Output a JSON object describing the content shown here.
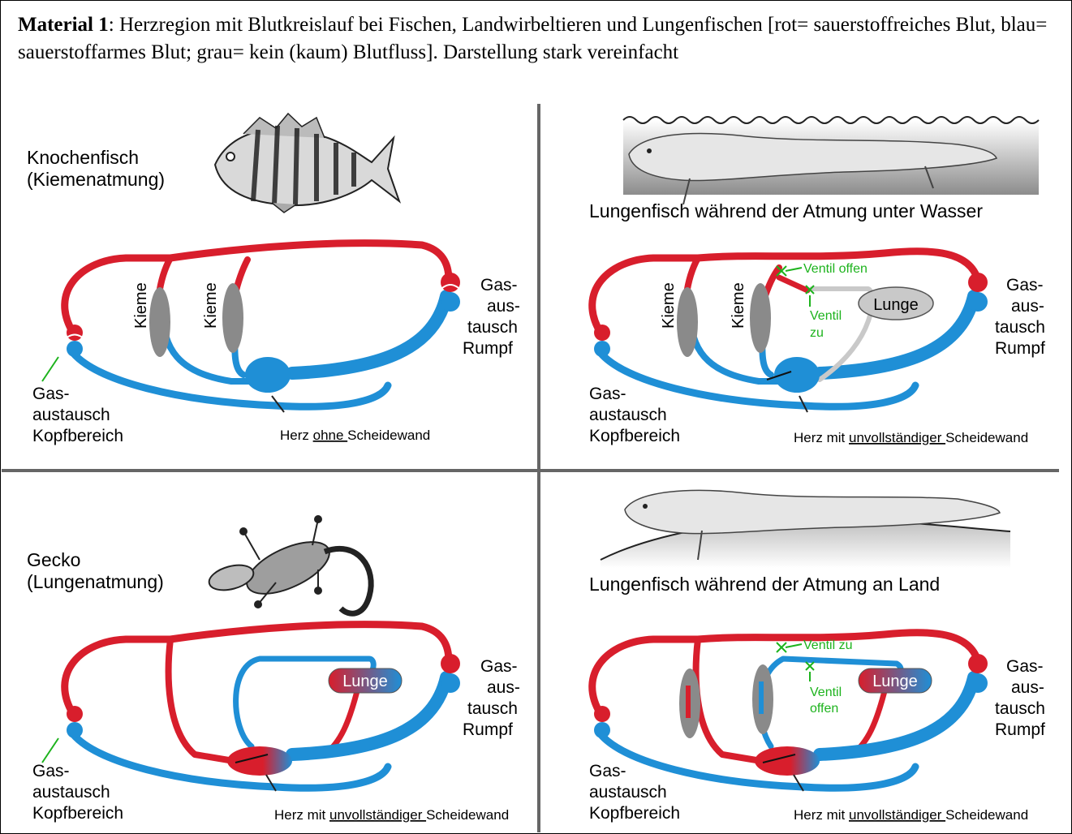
{
  "caption": {
    "bold": "Material 1",
    "text": ": Herzregion mit Blutkreislauf bei Fischen, Landwirbeltieren und Lungenfischen [rot= sauerstoffreiches Blut, blau= sauerstoffarmes Blut; grau= kein (kaum) Blutfluss]. Darstellung stark vereinfacht"
  },
  "colors": {
    "oxygen_rich": "#d81e2c",
    "oxygen_poor": "#1f8fd6",
    "no_flow": "#8a8a8a",
    "valve": "#1db31d",
    "divider": "#666666"
  },
  "panels": {
    "fish": {
      "title_1": "Knochenfisch",
      "title_2": "(Kiemenatmung)",
      "gill_1": "Kieme",
      "gill_2": "Kieme",
      "trunk_1": "Gas-",
      "trunk_2": "aus-",
      "trunk_3": "tausch",
      "trunk_4": "Rumpf",
      "head_1": "Gas-",
      "head_2": "austausch",
      "head_3": "Kopfbereich",
      "heart_pre": "Herz ",
      "heart_u": "ohne ",
      "heart_post": "Scheidewand"
    },
    "lungfish_water": {
      "title": "Lungenfisch während der Atmung unter Wasser",
      "gill_1": "Kieme",
      "gill_2": "Kieme",
      "valve_open": "Ventil offen",
      "valve_closed_1": "Ventil",
      "valve_closed_2": "zu",
      "lung": "Lunge",
      "trunk_1": "Gas-",
      "trunk_2": "aus-",
      "trunk_3": "tausch",
      "trunk_4": "Rumpf",
      "head_1": "Gas-",
      "head_2": "austausch",
      "head_3": "Kopfbereich",
      "heart_pre": "Herz mit ",
      "heart_u": "unvollständiger ",
      "heart_post": "Scheidewand"
    },
    "gecko": {
      "title_1": "Gecko",
      "title_2": "(Lungenatmung)",
      "lung": "Lunge",
      "trunk_1": "Gas-",
      "trunk_2": "aus-",
      "trunk_3": "tausch",
      "trunk_4": "Rumpf",
      "head_1": "Gas-",
      "head_2": "austausch",
      "head_3": "Kopfbereich",
      "heart_pre": "Herz mit ",
      "heart_u": "unvollständiger ",
      "heart_post": "Scheidewand"
    },
    "lungfish_land": {
      "title": "Lungenfisch während der Atmung an Land",
      "valve_closed": "Ventil zu",
      "valve_open_1": "Ventil",
      "valve_open_2": "offen",
      "lung": "Lunge",
      "trunk_1": "Gas-",
      "trunk_2": "aus-",
      "trunk_3": "tausch",
      "trunk_4": "Rumpf",
      "head_1": "Gas-",
      "head_2": "austausch",
      "head_3": "Kopfbereich",
      "heart_pre": "Herz mit ",
      "heart_u": "unvollständiger ",
      "heart_post": "Scheidewand"
    }
  }
}
